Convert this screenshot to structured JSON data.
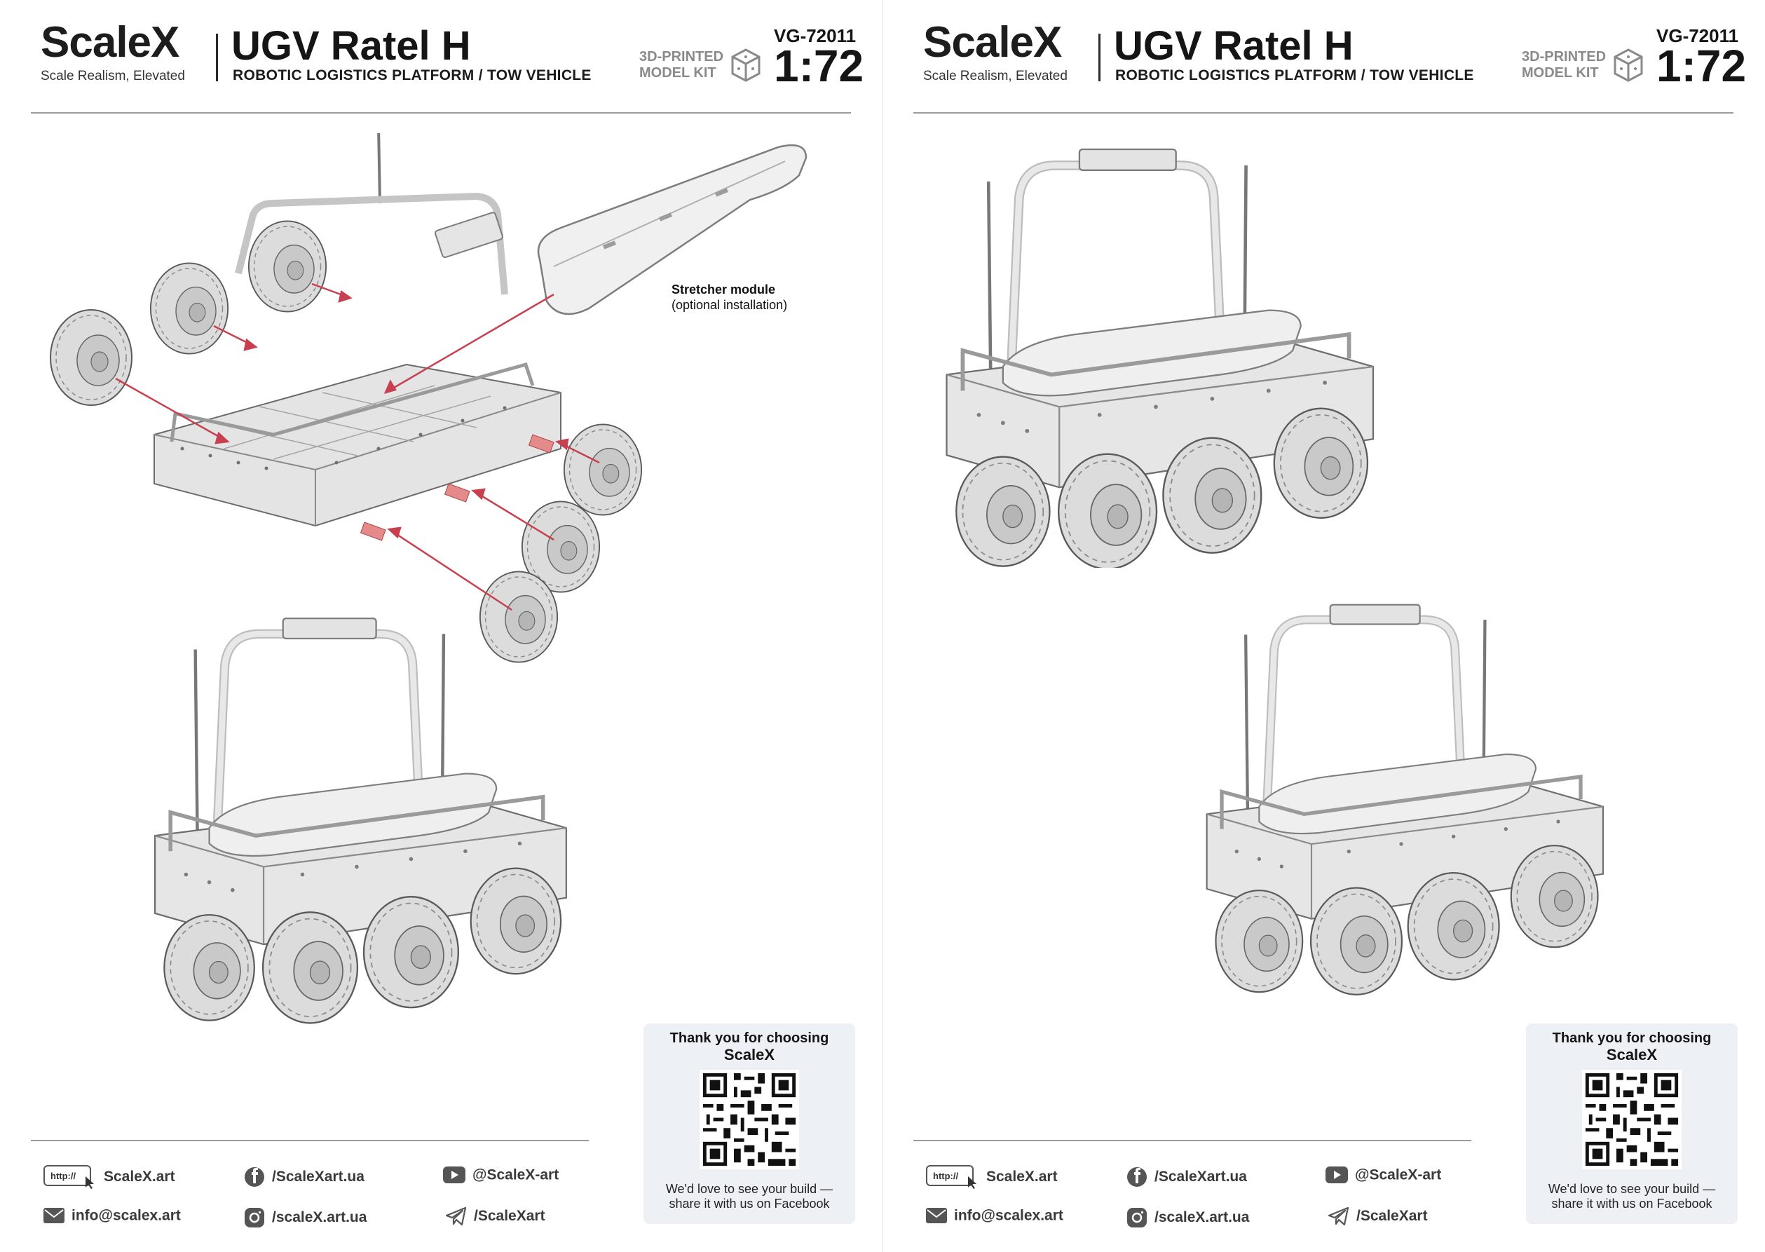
{
  "pages": [
    {
      "brand": {
        "name": "Scale",
        "x_letter": "X",
        "tagline": "Scale Realism, Elevated"
      },
      "title": "UGV Ratel H",
      "subtitle": "ROBOTIC LOGISTICS PLATFORM / TOW VEHICLE",
      "kit_label_1": "3D-PRINTED",
      "kit_label_2": "MODEL KIT",
      "code": "VG-72011",
      "scale": "1:72",
      "stretcher_title": "Stretcher module",
      "stretcher_note": "(optional installation)",
      "thanks": {
        "title": "Thank you for choosing",
        "brand": "ScaleX",
        "note_1": "We'd love to see your build —",
        "note_2": "share it with us on Facebook"
      },
      "contacts": {
        "website": "ScaleX.art",
        "facebook": "/ScaleXart.ua",
        "youtube": "@ScaleX-art",
        "email": "info@scalex.art",
        "instagram": "/scaleX.art.ua",
        "telegram": "/ScaleXart",
        "http_badge": "http://"
      }
    },
    {
      "brand": {
        "name": "Scale",
        "x_letter": "X",
        "tagline": "Scale Realism, Elevated"
      },
      "title": "UGV Ratel H",
      "subtitle": "ROBOTIC LOGISTICS PLATFORM / TOW VEHICLE",
      "kit_label_1": "3D-PRINTED",
      "kit_label_2": "MODEL KIT",
      "code": "VG-72011",
      "scale": "1:72",
      "thanks": {
        "title": "Thank you for choosing",
        "brand": "ScaleX",
        "note_1": "We'd love to see your build —",
        "note_2": "share it with us on Facebook"
      },
      "contacts": {
        "website": "ScaleX.art",
        "facebook": "/ScaleXart.ua",
        "youtube": "@ScaleX-art",
        "email": "info@scalex.art",
        "instagram": "/scaleX.art.ua",
        "telegram": "/ScaleXart",
        "http_badge": "http://"
      }
    }
  ],
  "icons": [
    "cube-icon",
    "qr-code",
    "http-link-icon",
    "facebook-icon",
    "youtube-icon",
    "email-icon",
    "instagram-icon",
    "telegram-icon"
  ],
  "colors": {
    "arrow": "#c8404f",
    "model": "#e6e6e6",
    "ink": "#151515",
    "card": "#edf1f6"
  }
}
